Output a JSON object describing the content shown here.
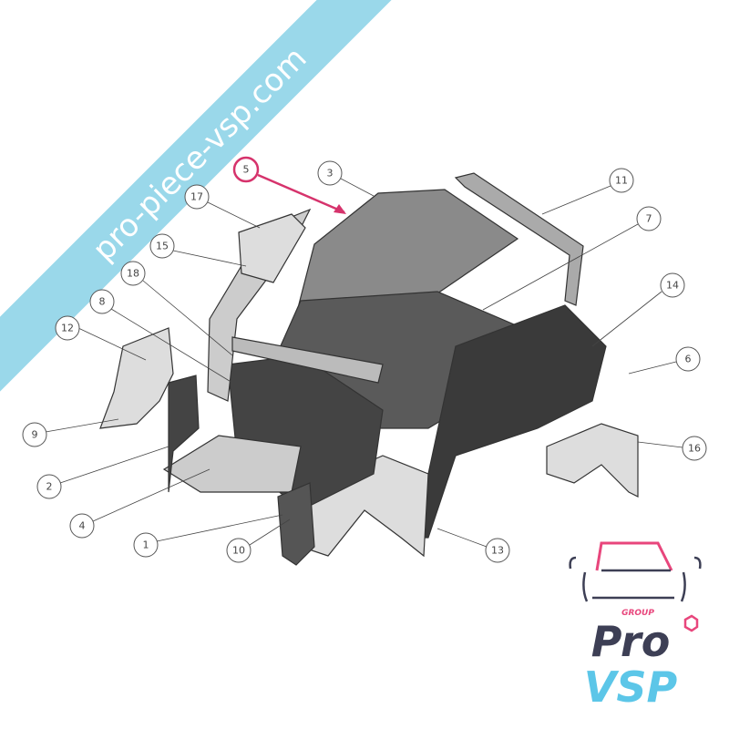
{
  "watermark": {
    "text": "pro-piece-vsp.com",
    "color": "#8fd4e8"
  },
  "highlight": {
    "label": "5",
    "color": "#d6336c"
  },
  "callouts": [
    {
      "label": "5"
    },
    {
      "label": "3"
    },
    {
      "label": "11"
    },
    {
      "label": "17"
    },
    {
      "label": "15"
    },
    {
      "label": "18"
    },
    {
      "label": "8"
    },
    {
      "label": "12"
    },
    {
      "label": "7"
    },
    {
      "label": "14"
    },
    {
      "label": "6"
    },
    {
      "label": "9"
    },
    {
      "label": "16"
    },
    {
      "label": "2"
    },
    {
      "label": "4"
    },
    {
      "label": "1"
    },
    {
      "label": "10"
    },
    {
      "label": "13"
    }
  ],
  "logo": {
    "group": "GROUP",
    "pro": "Pro",
    "vsp": "VSP",
    "dark": "#3d3f55",
    "pink": "#e8467c",
    "blue": "#5cc6e8"
  }
}
